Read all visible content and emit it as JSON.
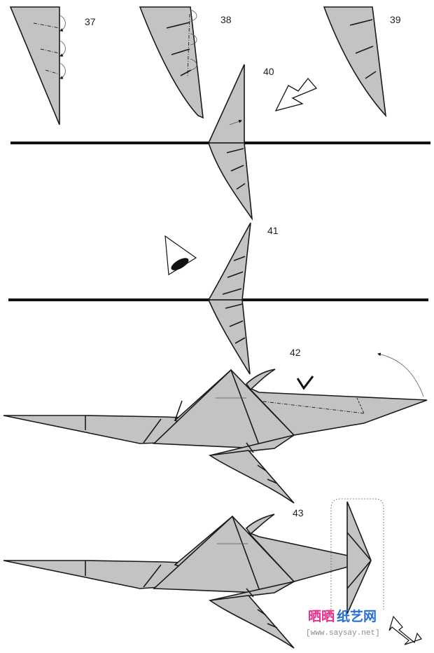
{
  "steps": [
    {
      "label": "37"
    },
    {
      "label": "38"
    },
    {
      "label": "39"
    },
    {
      "label": "40"
    },
    {
      "label": "41"
    },
    {
      "label": "42"
    },
    {
      "label": "43"
    }
  ],
  "watermark": {
    "cn_part1": "晒晒",
    "cn_part2": "纸艺网",
    "url": "[www.saysay.net]",
    "color1": "#e8308a",
    "color2": "#2a6fd6"
  },
  "icons": [
    "curved-arrow-icon",
    "hollow-arrow-icon",
    "eye-icon",
    "chevron-icon"
  ]
}
